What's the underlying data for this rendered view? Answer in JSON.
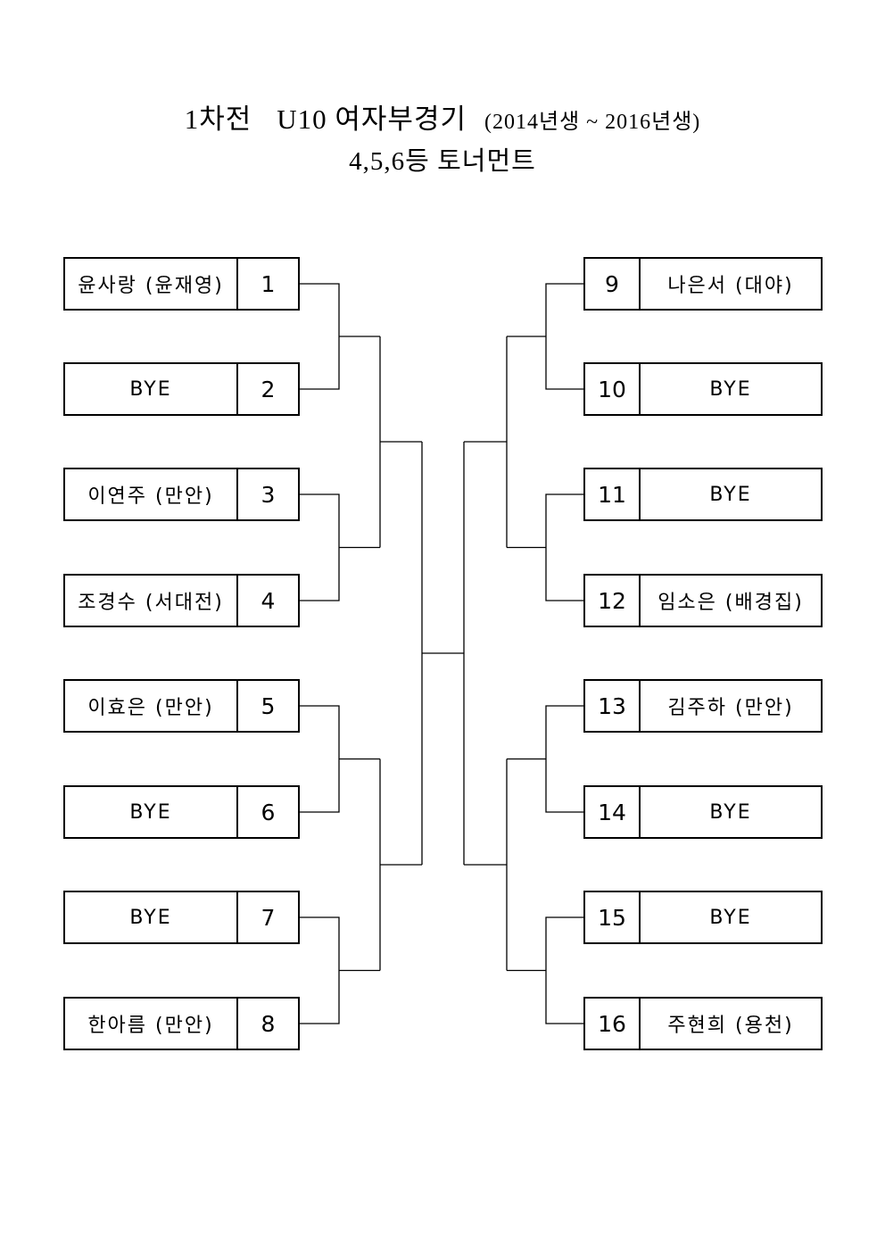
{
  "title": {
    "round": "1차전",
    "event": "U10 여자부경기",
    "note": "(2014년생 ~ 2016년생)",
    "subtitle": "4,5,6등 토너먼트"
  },
  "bracket": {
    "left": [
      {
        "seed": "1",
        "name": "윤사랑 (윤재영)"
      },
      {
        "seed": "2",
        "name": "BYE"
      },
      {
        "seed": "3",
        "name": "이연주 (만안)"
      },
      {
        "seed": "4",
        "name": "조경수 (서대전)"
      },
      {
        "seed": "5",
        "name": "이효은 (만안)"
      },
      {
        "seed": "6",
        "name": "BYE"
      },
      {
        "seed": "7",
        "name": "BYE"
      },
      {
        "seed": "8",
        "name": "한아름 (만안)"
      }
    ],
    "right": [
      {
        "seed": "9",
        "name": "나은서 (대야)"
      },
      {
        "seed": "10",
        "name": "BYE"
      },
      {
        "seed": "11",
        "name": "BYE"
      },
      {
        "seed": "12",
        "name": "임소은 (배경집)"
      },
      {
        "seed": "13",
        "name": "김주하 (만안)"
      },
      {
        "seed": "14",
        "name": "BYE"
      },
      {
        "seed": "15",
        "name": "BYE"
      },
      {
        "seed": "16",
        "name": "주현희 (용천)"
      }
    ]
  },
  "colors": {
    "ink": "#000000",
    "background": "#ffffff"
  }
}
